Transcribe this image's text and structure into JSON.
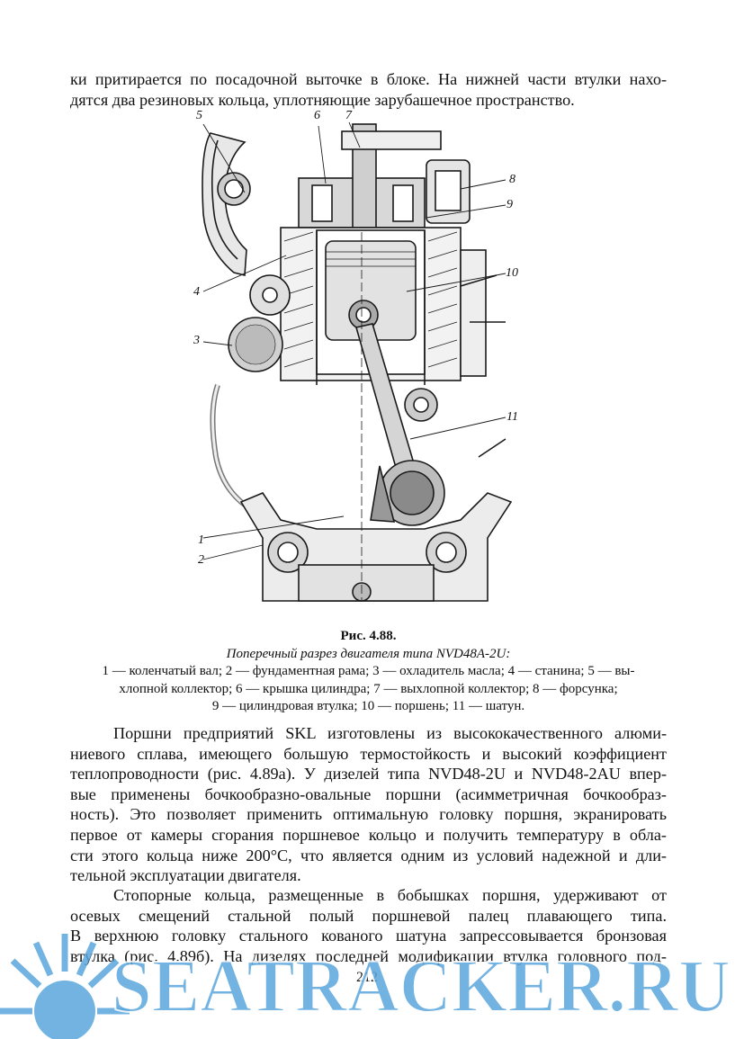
{
  "text": {
    "top_lines": [
      "ки притирается по посадочной выточке в блоке. На нижней части втулки нахо-",
      "дятся два резиновых кольца, уплотняющие зарубашечное пространство."
    ],
    "para1_lines": [
      "Поршни предприятий SKL изготовлены из высококачественного алюми-",
      "ниевого сплава, имеющего большую термостойкость и высокий коэффициент",
      "теплопроводности (рис. 4.89а). У дизелей типа NVD48-2U и NVD48-2AU впер-",
      "вые применены бочкообразно-овальные поршни (асимметричная бочкообраз-",
      "ность). Это позволяет применить оптимальную головку поршня, экранировать",
      "первое от камеры сгорания поршневое кольцо и получить температуру в обла-",
      "сти этого кольца ниже 200°С, что является одним из условий надежной и дли-",
      "тельной эксплуатации двигателя."
    ],
    "para2_lines": [
      "Стопорные кольца, размещенные в бобышках поршня, удерживают от",
      "осевых смещений стальной полый поршневой палец плавающего типа.",
      "В верхнюю головку стального кованого шатуна запрессовывается бронзовая",
      "втулка (рис. 4.89б). На дизелях последней модификации втулка головного под-"
    ]
  },
  "figure": {
    "callouts": [
      "5",
      "6",
      "7",
      "8",
      "9",
      "10",
      "4",
      "3",
      "11",
      "1",
      "2"
    ],
    "caption_title": "Рис. 4.88.",
    "caption_subtitle": "Поперечный разрез двигателя типа NVD48A-2U:",
    "legend_lines": [
      "1 — коленчатый вал; 2 — фундаментная рама; 3 — охладитель масла; 4 — станина; 5 — вы-",
      "хлопной коллектор; 6 — крышка цилиндра; 7 — выхлопной коллектор; 8 — форсунка;",
      "9 — цилиндровая втулка; 10 — поршень; 11 — шатун."
    ]
  },
  "page_number": "212",
  "watermark": {
    "text": "SEATRACKER.RU",
    "color": "#5aa6dc",
    "icon": "sun-icon"
  }
}
